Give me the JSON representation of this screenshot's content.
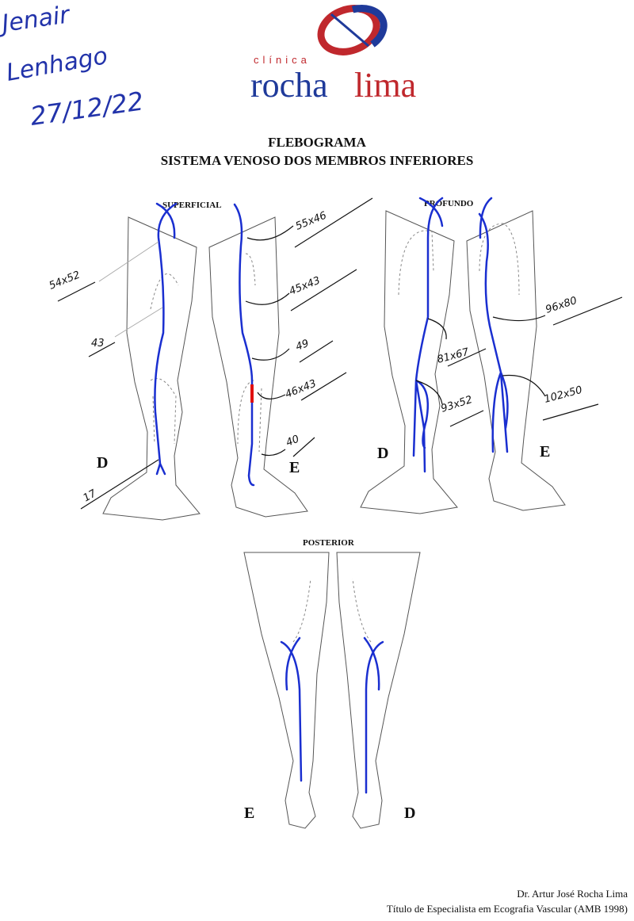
{
  "handwriting": {
    "line1": "Jenair",
    "line2": "Lenhago",
    "date": "27/12/22"
  },
  "logo": {
    "small": "clínica",
    "part1": "rocha",
    "part2": "lima",
    "blue": "#1f3a9a",
    "red": "#c0282d"
  },
  "header": {
    "title": "FLEBOGRAMA",
    "subtitle": "SISTEMA VENOSO DOS MEMBROS INFERIORES"
  },
  "sections": {
    "superficial": "SUPERFICIAL",
    "profundo": "PROFUNDO",
    "posterior": "POSTERIOR"
  },
  "sides": {
    "right": "D",
    "left": "E"
  },
  "measurements": {
    "superficial_d": [
      "54x52",
      "43",
      "17"
    ],
    "superficial_e": [
      "55x46",
      "45x43",
      "49",
      "46x43",
      "40"
    ],
    "profundo_d": [
      "81x67",
      "93x52"
    ],
    "profundo_e": [
      "96x80",
      "102x50"
    ]
  },
  "colors": {
    "vein": "#1a2fd0",
    "reflux": "#e01010"
  },
  "footer": {
    "doctor": "Dr. Artur José Rocha Lima",
    "credential": "Título de Especialista em Ecografia Vascular (AMB 1998)"
  }
}
